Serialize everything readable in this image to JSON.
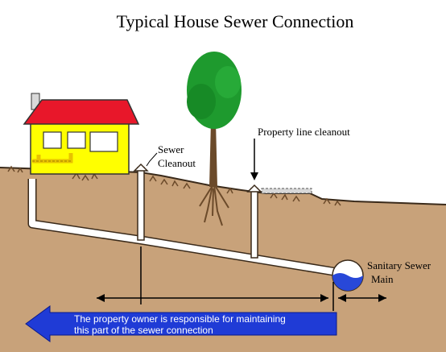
{
  "title": "Typical House Sewer Connection",
  "labels": {
    "sewer_cleanout_line1": "Sewer",
    "sewer_cleanout_line2": "Cleanout",
    "property_line_cleanout": "Property line cleanout",
    "sanitary_sewer_main_line1": "Sanitary Sewer",
    "sanitary_sewer_main_line2": "Main"
  },
  "responsibility_note": {
    "line1": "The property owner is responsible for maintaining",
    "line2": "this part of the sewer connection"
  },
  "colors": {
    "sky": "#ffffff",
    "soil": "#c8a27a",
    "ground_line": "#3a2a1a",
    "grass": "#6b4a2a",
    "pipe": "#ffffff",
    "house_wall": "#ffff00",
    "house_roof": "#e8172a",
    "chimney": "#d9d9d9",
    "tree_foliage": "#1e9a2e",
    "tree_trunk": "#6b4a2a",
    "arrow_banner": "#1f3bd6",
    "arrow_text": "#ffffff",
    "water": "#2848d8"
  }
}
